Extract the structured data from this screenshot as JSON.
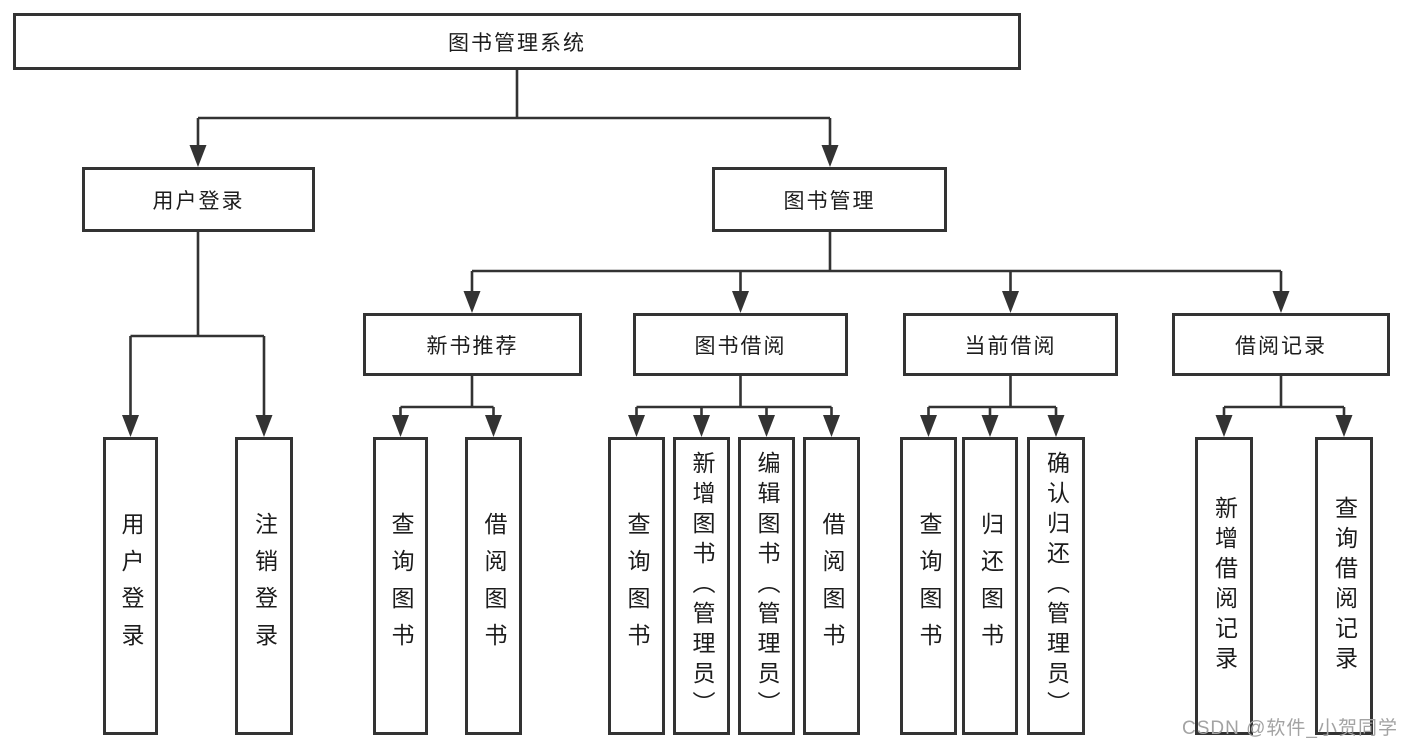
{
  "colors": {
    "line": "#333333",
    "watermark": "#a3a3a3"
  },
  "tree": {
    "label": "图书管理系统",
    "children": [
      {
        "label": "用户登录",
        "children": [
          {
            "label": "用户登录"
          },
          {
            "label": "注销登录"
          }
        ]
      },
      {
        "label": "图书管理",
        "children": [
          {
            "label": "新书推荐",
            "children": [
              {
                "label": "查询图书"
              },
              {
                "label": "借阅图书"
              }
            ]
          },
          {
            "label": "图书借阅",
            "children": [
              {
                "label": "查询图书"
              },
              {
                "label": "新增图书（管理员）"
              },
              {
                "label": "编辑图书（管理员）"
              },
              {
                "label": "借阅图书"
              }
            ]
          },
          {
            "label": "当前借阅",
            "children": [
              {
                "label": "查询图书"
              },
              {
                "label": "归还图书"
              },
              {
                "label": "确认归还（管理员）"
              }
            ]
          },
          {
            "label": "借阅记录",
            "children": [
              {
                "label": "新增借阅记录"
              },
              {
                "label": "查询借阅记录"
              }
            ]
          }
        ]
      }
    ]
  },
  "watermark": {
    "text": "CSDN @软件_小贺同学"
  }
}
